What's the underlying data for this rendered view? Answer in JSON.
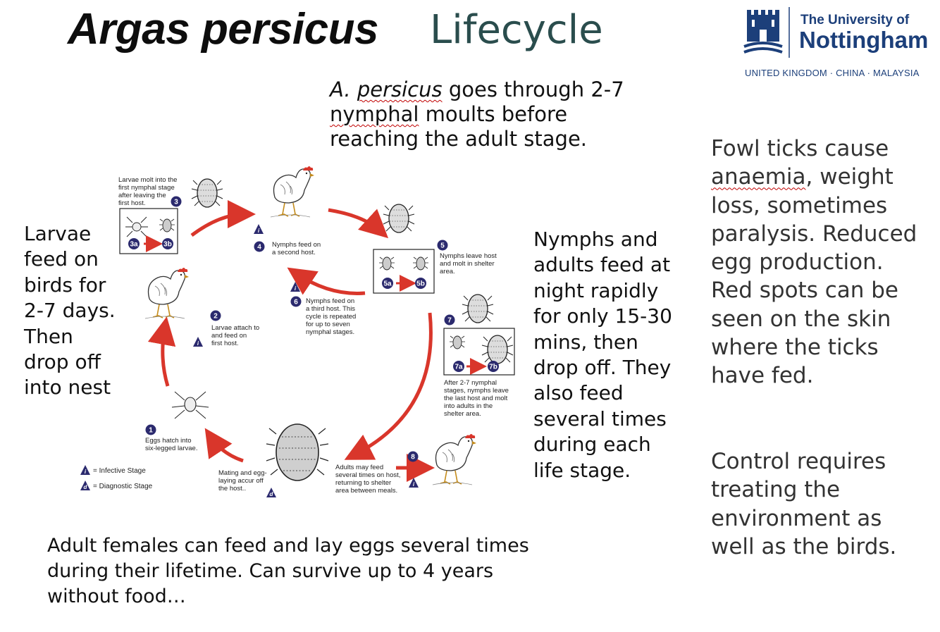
{
  "title": {
    "italic_part": "Argas persicus",
    "plain_part": "Lifecycle"
  },
  "logo": {
    "line1": "The University of",
    "line2": "Nottingham",
    "sub": "UNITED KINGDOM · CHINA · MALAYSIA"
  },
  "notes": {
    "top": {
      "species": "A.",
      "species2": "persicus",
      "text1": " goes through 2-7",
      "word": "nymphal",
      "text2": " moults before reaching the adult stage."
    },
    "left": "Larvae feed on birds for 2-7 days. Then drop off into nest",
    "middle": "Nymphs and adults feed at night rapidly for only 15-30 mins, then drop off. They also feed several times during each life stage.",
    "right_pre": "Fowl ticks cause ",
    "right_word": "anaemia",
    "right_post": ", weight loss, sometimes paralysis. Reduced egg production. Red spots can be seen on the skin where the ticks have fed.",
    "right_control": "Control requires treating the environment as well as the birds.",
    "bottom": "Adult females can feed and lay eggs several times during their lifetime. Can survive up to 4 years without food…"
  },
  "diagram": {
    "steps": {
      "s1": {
        "num": "1",
        "lines": [
          "Eggs hatch into",
          "six-legged larvae."
        ]
      },
      "s2": {
        "num": "2",
        "lines": [
          "Larvae attach to",
          "and feed on",
          "first host."
        ]
      },
      "s3": {
        "num": "3",
        "lines": [
          "Larvae molt into the",
          "first nymphal stage",
          "after leaving the",
          "first host."
        ],
        "from": "3a",
        "to": "3b"
      },
      "s4": {
        "num": "4",
        "lines": [
          "Nymphs feed on",
          "a second host."
        ]
      },
      "s5": {
        "num": "5",
        "lines": [
          "Nymphs leave host",
          "and molt in shelter",
          "area."
        ],
        "from": "5a",
        "to": "5b"
      },
      "s6": {
        "num": "6",
        "lines": [
          "Nymphs feed on",
          "a third host.  This",
          "cycle is repeated",
          "for up to seven",
          "nymphal stages."
        ]
      },
      "s7": {
        "num": "7",
        "lines": [
          "After 2-7 nymphal",
          "stages, nymphs leave",
          "the last host and molt",
          "into adults in the",
          "shelter area."
        ],
        "from": "7a",
        "to": "7b"
      },
      "s8": {
        "num": "8",
        "lines": [
          "Adults may feed",
          "several times on host,",
          "returning to shelter",
          "area between meals."
        ]
      },
      "mating": {
        "lines": [
          "Mating and egg-",
          "laying accur off",
          "the host.."
        ]
      }
    },
    "legend": {
      "infective": "= Infective Stage",
      "diagnostic": "= Diagnostic Stage",
      "infective_mark": "i",
      "diagnostic_mark": "d"
    },
    "colors": {
      "arrow": "#d9362b",
      "badge": "#2b2a6e",
      "ink": "#222222"
    }
  }
}
